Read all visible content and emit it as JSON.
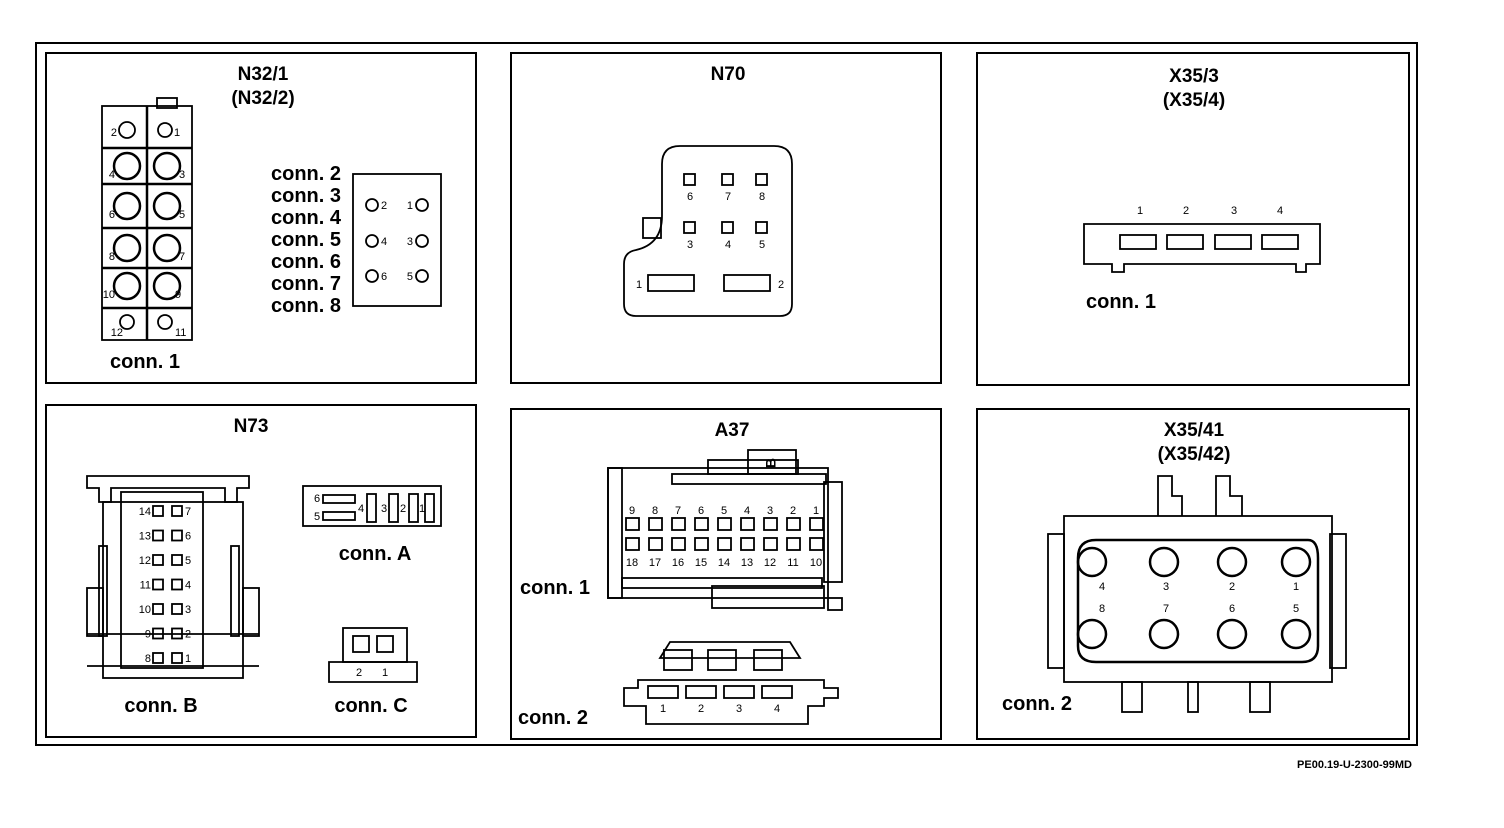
{
  "panels": {
    "n32": {
      "title": "N32/1",
      "subtitle": "(N32/2)",
      "conn1_label": "conn. 1",
      "conn1_pins": [
        "1",
        "2",
        "3",
        "4",
        "5",
        "6",
        "7",
        "8",
        "9",
        "10",
        "11",
        "12"
      ],
      "conn_list": [
        "conn. 2",
        "conn. 3",
        "conn. 4",
        "conn. 5",
        "conn. 6",
        "conn. 7",
        "conn. 8"
      ],
      "small_pins": [
        "1",
        "2",
        "3",
        "4",
        "5",
        "6"
      ]
    },
    "n70": {
      "title": "N70",
      "pins": [
        "1",
        "2",
        "3",
        "4",
        "5",
        "6",
        "7",
        "8"
      ]
    },
    "x35_3": {
      "title": "X35/3",
      "subtitle": "(X35/4)",
      "label": "conn. 1",
      "pins": [
        "1",
        "2",
        "3",
        "4"
      ]
    },
    "n73": {
      "title": "N73",
      "connB_label": "conn. B",
      "connB_pins": [
        "1",
        "2",
        "3",
        "4",
        "5",
        "6",
        "7",
        "8",
        "9",
        "10",
        "11",
        "12",
        "13",
        "14"
      ],
      "connA_label": "conn. A",
      "connA_pins": [
        "1",
        "2",
        "3",
        "4",
        "5",
        "6"
      ],
      "connC_label": "conn. C",
      "connC_pins": [
        "1",
        "2"
      ]
    },
    "a37": {
      "title": "A37",
      "conn1_label": "conn. 1",
      "conn1_top": [
        "9",
        "8",
        "7",
        "6",
        "5",
        "4",
        "3",
        "2",
        "1"
      ],
      "conn1_bottom": [
        "18",
        "17",
        "16",
        "15",
        "14",
        "13",
        "12",
        "11",
        "10"
      ],
      "conn1_mark": "B",
      "conn2_label": "conn. 2",
      "conn2_pins": [
        "1",
        "2",
        "3",
        "4"
      ]
    },
    "x35_41": {
      "title": "X35/41",
      "subtitle": "(X35/42)",
      "label": "conn. 2",
      "top_pins": [
        "4",
        "3",
        "2",
        "1"
      ],
      "bottom_pins": [
        "8",
        "7",
        "6",
        "5"
      ]
    }
  },
  "reference": "PE00.19-U-2300-99MD"
}
